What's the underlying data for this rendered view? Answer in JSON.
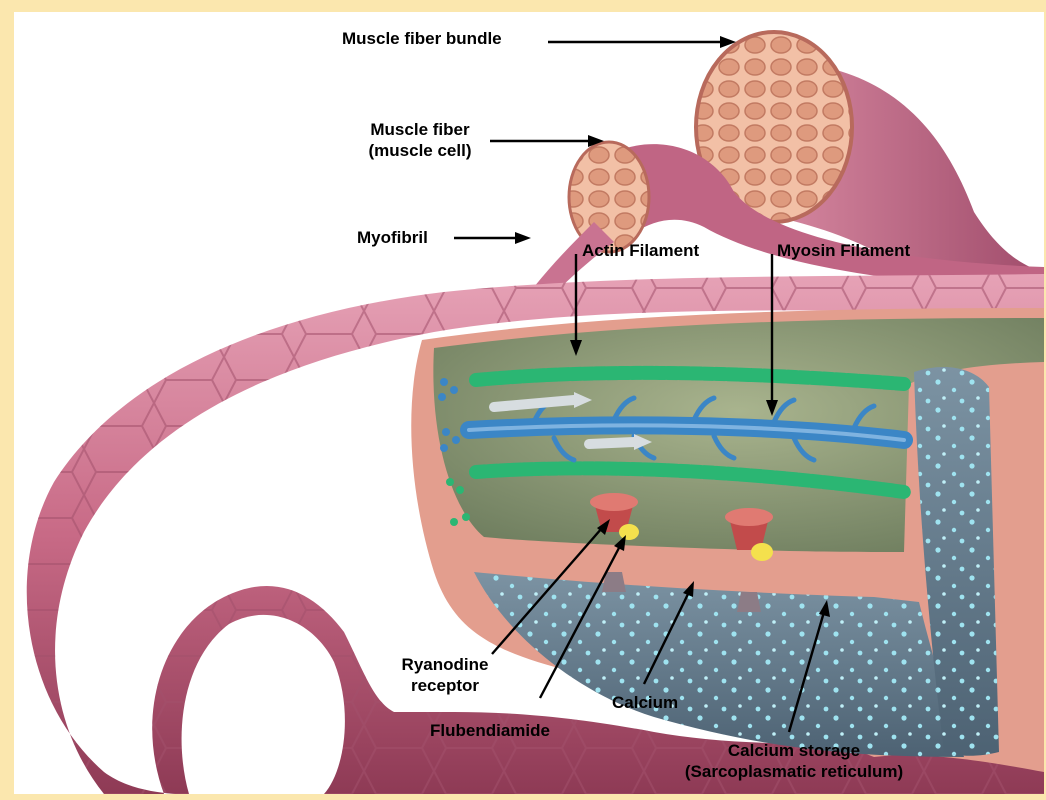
{
  "labels": {
    "muscle_fiber_bundle": "Muscle fiber bundle",
    "muscle_fiber_line1": "Muscle fiber",
    "muscle_fiber_line2": "(muscle cell)",
    "myofibril": "Myofibril",
    "actin_filament": "Actin Filament",
    "myosin_filament": "Myosin Filament",
    "ryanodine_line1": "Ryanodine",
    "ryanodine_line2": "receptor",
    "flubendiamide": "Flubendiamide",
    "calcium": "Calcium",
    "calcium_storage_line1": "Calcium storage",
    "calcium_storage_line2": "(Sarcoplasmatic reticulum)"
  },
  "colors": {
    "page_border": "#FBE7AE",
    "muscle_pink": "#C86A86",
    "muscle_dark": "#8E3A55",
    "fiber_cross_section": "#E8A88A",
    "cytoplasm": "#8F9E7A",
    "actin_green": "#2BB673",
    "myosin_blue": "#3B86C6",
    "reticulum": "#5E7585",
    "calcium_dot": "#9FE3F0",
    "receptor_red": "#C24B4B",
    "flubendiamide_yellow": "#F4E04D"
  }
}
